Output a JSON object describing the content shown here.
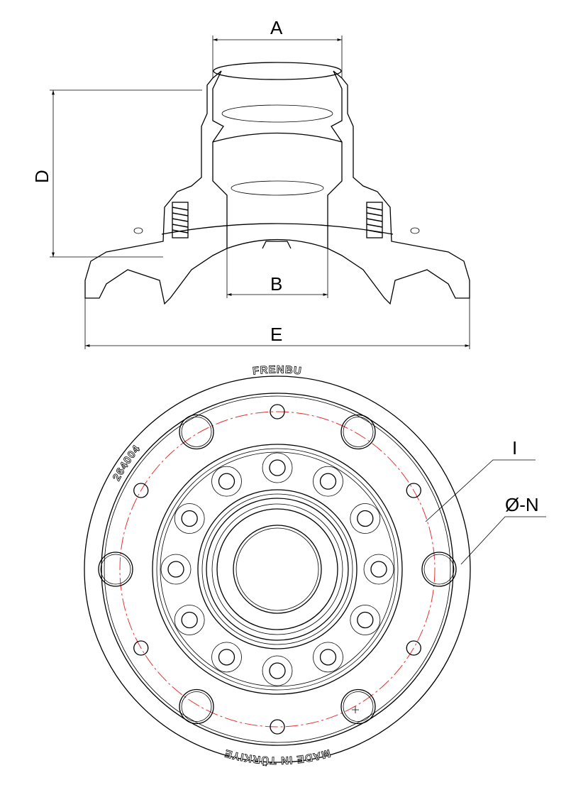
{
  "labels": {
    "a": "A",
    "b": "B",
    "d": "D",
    "e": "E",
    "i": "I",
    "n": "Ø-N"
  },
  "rim_text": {
    "brand": "FRENBU",
    "part_number": "264004",
    "origin": "MADE IN TÜRKIYE"
  },
  "colors": {
    "line": "#000000",
    "center_line": "#e53030"
  }
}
